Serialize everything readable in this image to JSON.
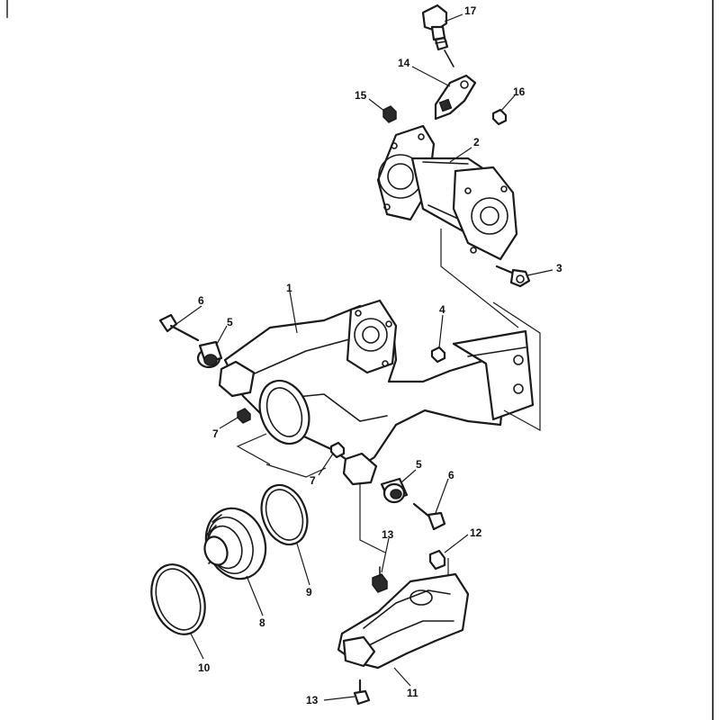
{
  "callouts": {
    "c1": "1",
    "c2": "2",
    "c3": "3",
    "c4": "4",
    "c5a": "5",
    "c5b": "5",
    "c6a": "6",
    "c6b": "6",
    "c7a": "7",
    "c7b": "7",
    "c8": "8",
    "c9": "9",
    "c10": "10",
    "c11": "11",
    "c12": "12",
    "c13a": "13",
    "c13b": "13",
    "c14": "14",
    "c15": "15",
    "c16": "16",
    "c17": "17"
  }
}
